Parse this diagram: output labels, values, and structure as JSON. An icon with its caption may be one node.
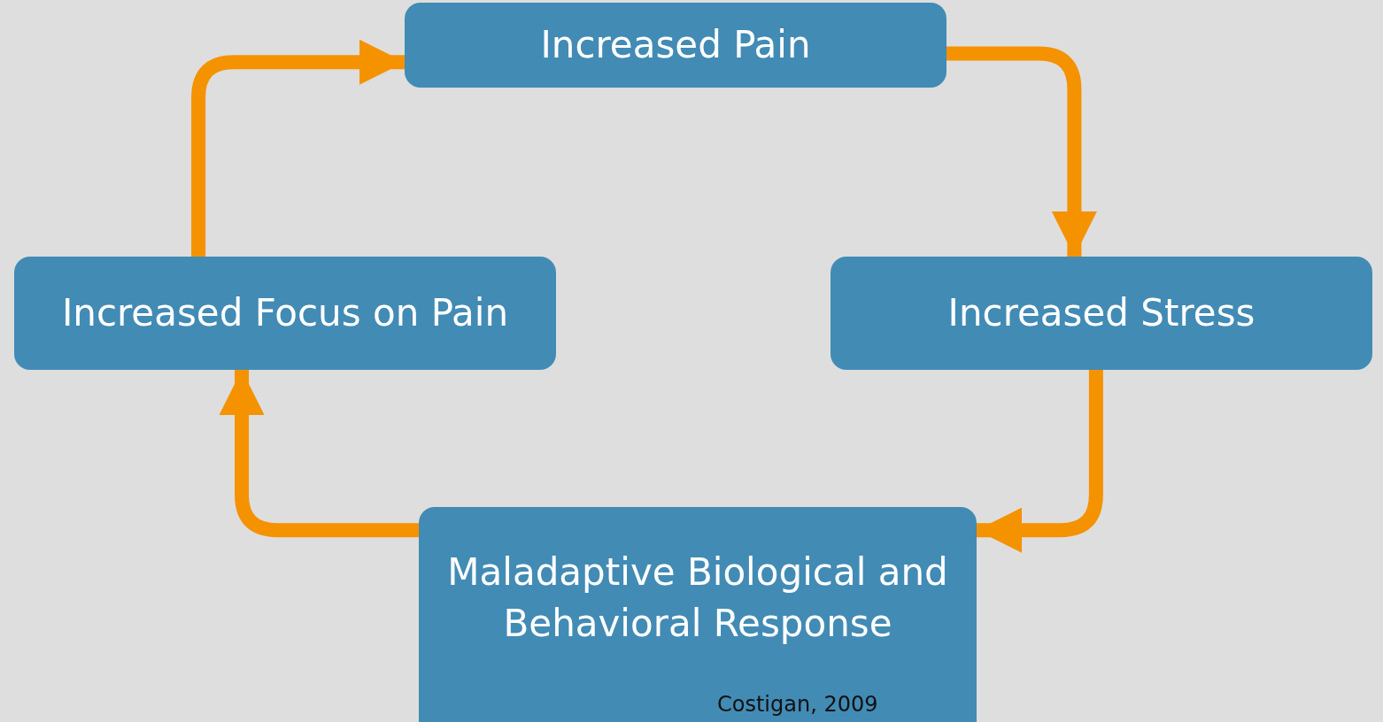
{
  "diagram": {
    "nodes": [
      {
        "text": [
          "Increased Pain"
        ]
      },
      {
        "text": [
          "Increased Stress"
        ]
      },
      {
        "text": [
          "Maladaptive Biological and Behavioral Response"
        ]
      },
      {
        "text": [
          "Increased Focus on Pain"
        ]
      }
    ],
    "edges": [
      {
        "from": 0,
        "to": 1,
        "arrow": "to"
      },
      {
        "from": 1,
        "to": 2,
        "arrow": "to"
      },
      {
        "from": 2,
        "to": 3,
        "arrow": "to"
      },
      {
        "from": 3,
        "to": 0,
        "arrow": "to"
      }
    ],
    "labels": [
      "Costigan, 2009"
    ]
  }
}
